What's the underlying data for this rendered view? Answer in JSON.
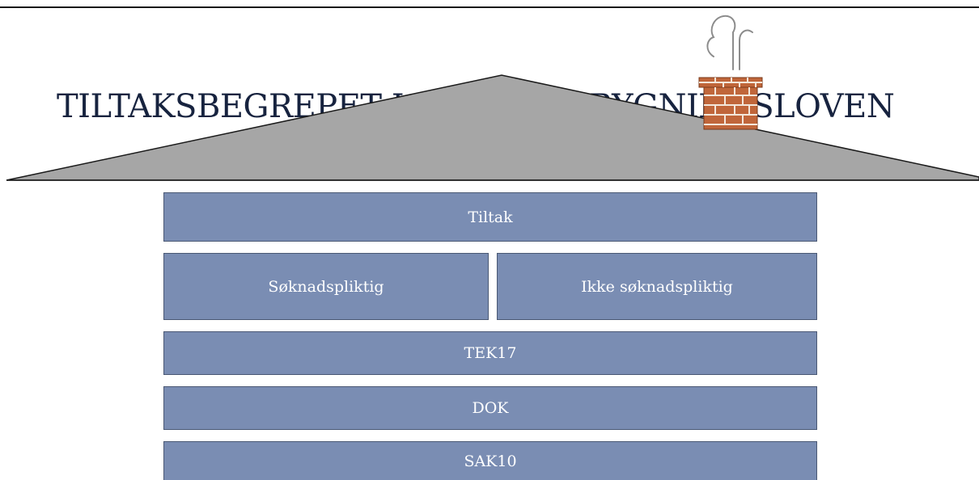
{
  "title": "TILTAKSBEGREPET I PLAN- OG BYGNINGSLOVEN",
  "colors": {
    "title": "#17233f",
    "box_fill": "#7a8db3",
    "roof_fill": "#a6a6a6",
    "brick": "#c0663a"
  },
  "roof": {
    "icons": [
      "chimney-icon",
      "smoke-icon"
    ]
  },
  "boxes": {
    "tiltak": "Tiltak",
    "soknadspliktig": "Søknadspliktig",
    "ikke_soknadspliktig": "Ikke søknadspliktig",
    "tek17": "TEK17",
    "dok": "DOK",
    "sak10": "SAK10"
  }
}
